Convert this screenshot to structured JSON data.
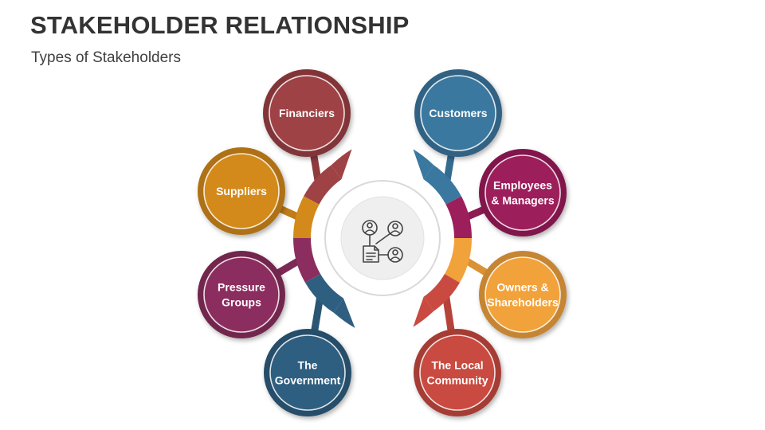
{
  "title": "STAKEHOLDER RELATIONSHIP",
  "subtitle": "Types of Stakeholders",
  "center": {
    "icon": "stakeholder-network-icon"
  },
  "stakeholders": [
    {
      "id": "financiers",
      "lines": [
        "Financiers"
      ],
      "color": "#9E4245",
      "side": "left"
    },
    {
      "id": "suppliers",
      "lines": [
        "Suppliers"
      ],
      "color": "#D48A1A",
      "side": "left"
    },
    {
      "id": "pressure-groups",
      "lines": [
        "Pressure",
        "Groups"
      ],
      "color": "#8B2E5F",
      "side": "left"
    },
    {
      "id": "the-government",
      "lines": [
        "The",
        "Government"
      ],
      "color": "#2F5F80",
      "side": "left"
    },
    {
      "id": "customers",
      "lines": [
        "Customers"
      ],
      "color": "#3A78A0",
      "side": "right"
    },
    {
      "id": "employees-managers",
      "lines": [
        "Employees",
        "& Managers"
      ],
      "color": "#9C1F5B",
      "side": "right"
    },
    {
      "id": "owners-shareholders",
      "lines": [
        "Owners &",
        "Shareholders"
      ],
      "color": "#F2A23A",
      "side": "right"
    },
    {
      "id": "the-local-community",
      "lines": [
        "The Local",
        "Community"
      ],
      "color": "#C94A40",
      "side": "right"
    }
  ]
}
